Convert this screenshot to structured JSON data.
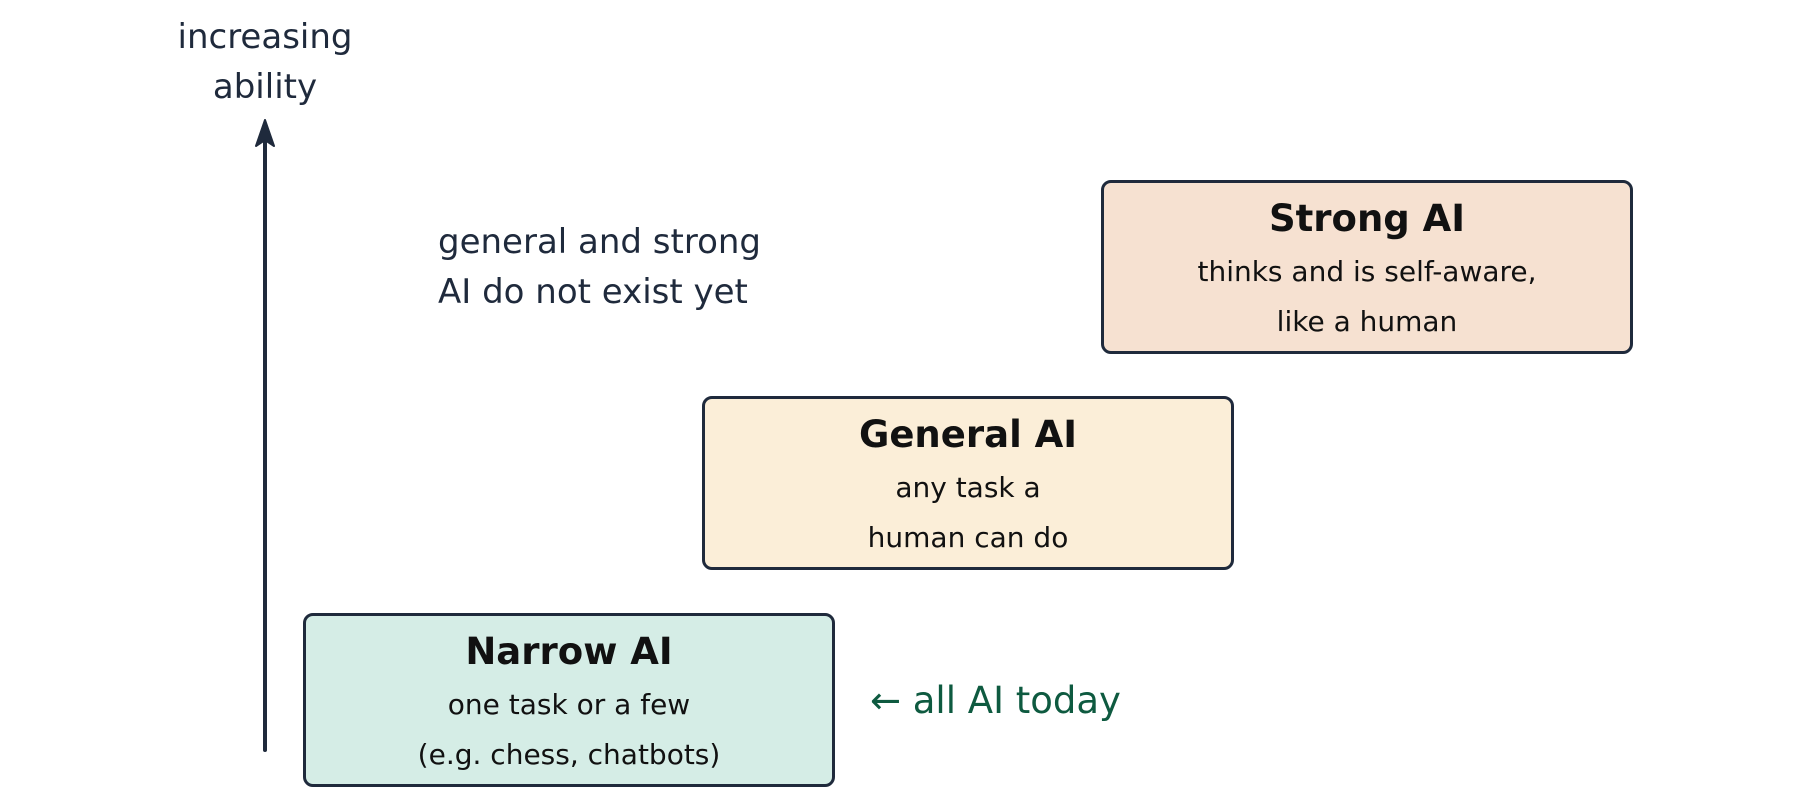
{
  "axis": {
    "label_line1": "increasing",
    "label_line2": "ability"
  },
  "note": {
    "line1": "general and strong",
    "line2": "AI do not exist yet"
  },
  "levels": [
    {
      "title": "Narrow AI",
      "line1": "one task or a few",
      "line2": "(e.g. chess, chatbots)",
      "color": "#d5ede6"
    },
    {
      "title": "General AI",
      "line1": "any task a",
      "line2": "human can do",
      "color": "#fbeed8"
    },
    {
      "title": "Strong AI",
      "line1": "thinks and is self-aware,",
      "line2": "like a human",
      "color": "#f6e1d1"
    }
  ],
  "callout": {
    "text": "← all AI today",
    "color": "#0e5a40"
  },
  "colors": {
    "ink": "#1f2a3c"
  }
}
